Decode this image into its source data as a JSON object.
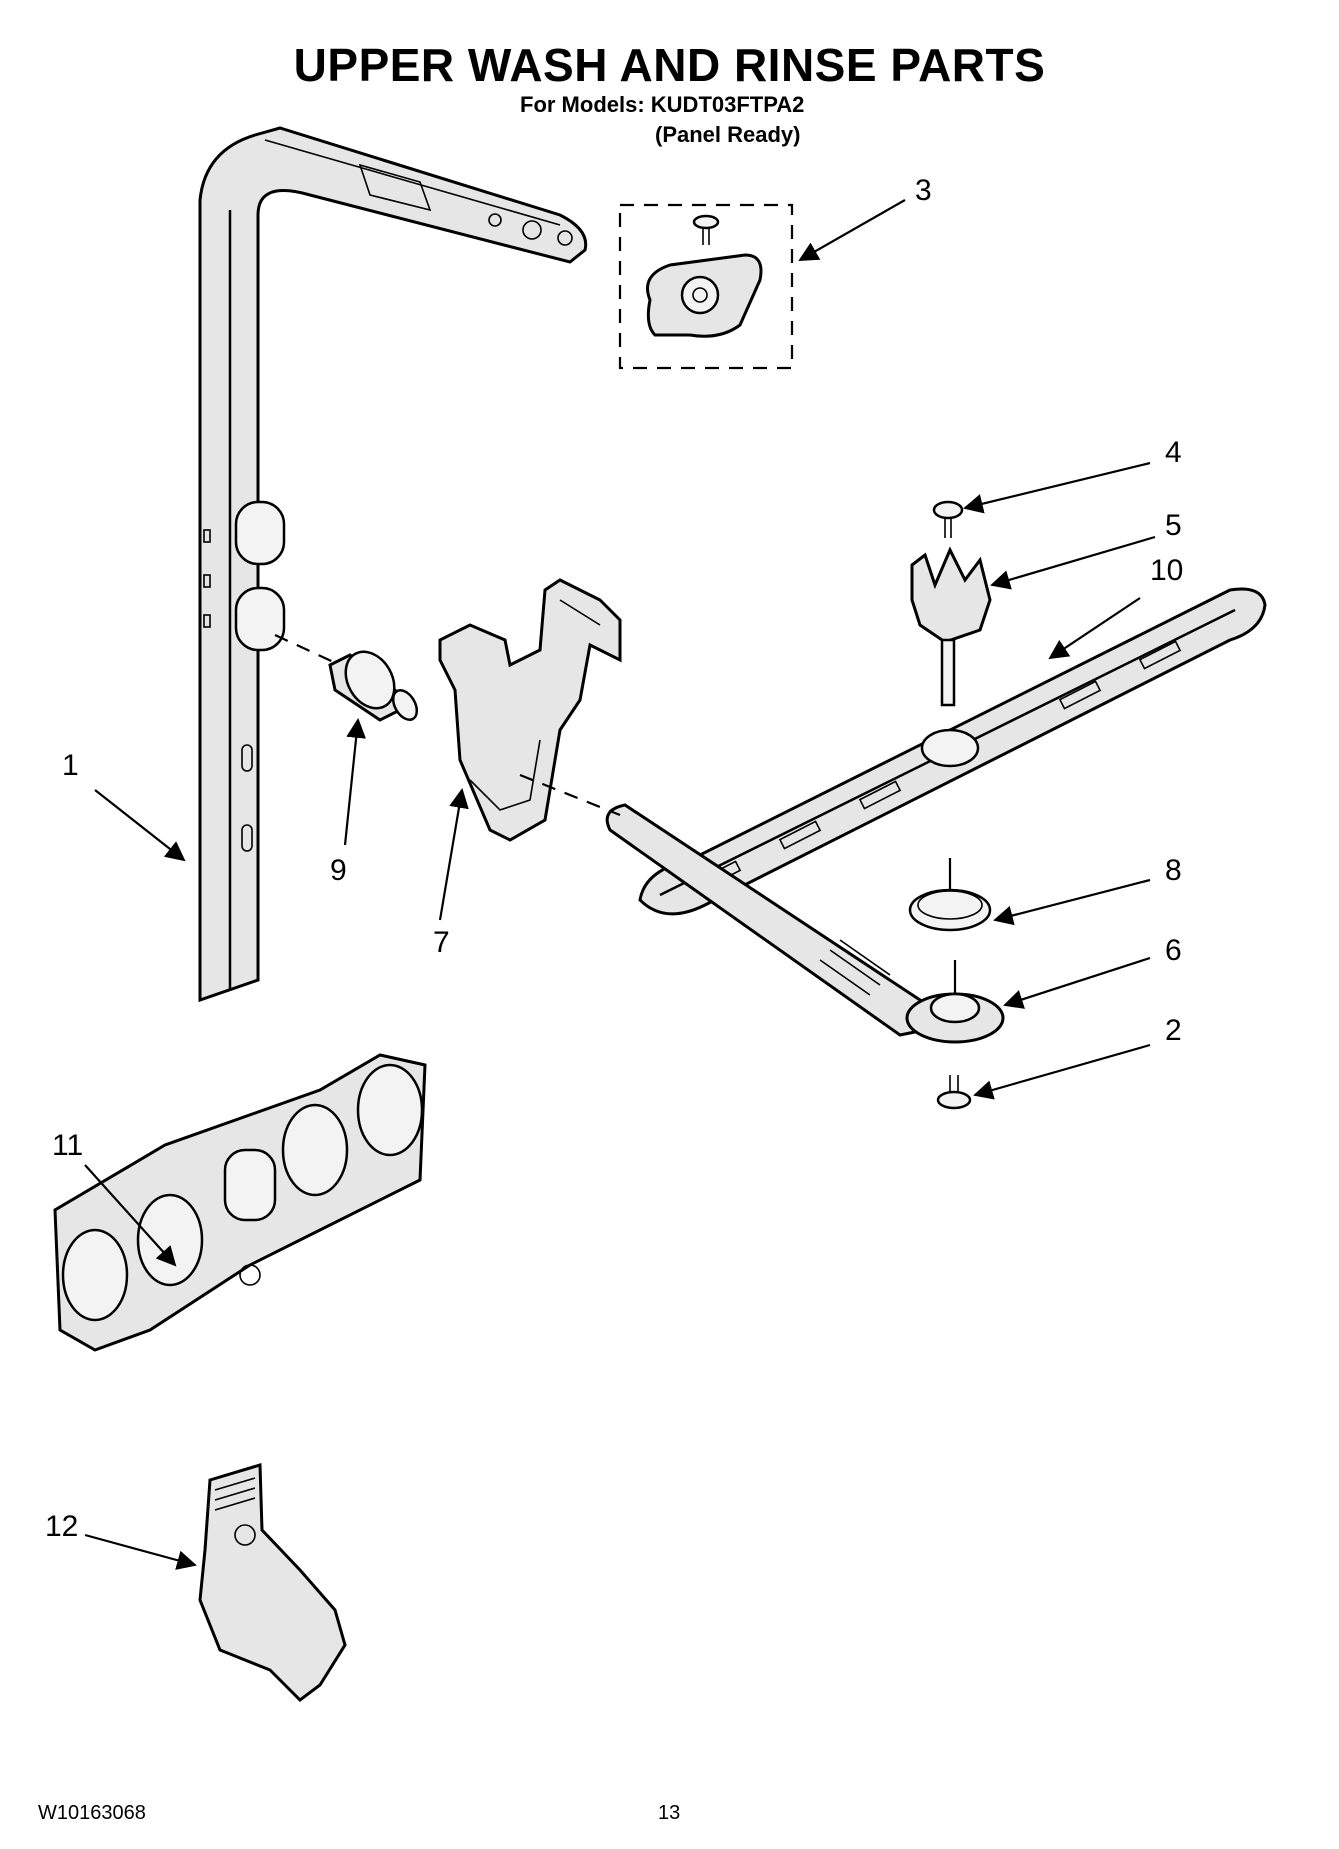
{
  "header": {
    "title": "UPPER WASH AND RINSE PARTS",
    "models_line": "For Models: KUDT03FTPA2",
    "variant_line": "(Panel Ready)"
  },
  "footer": {
    "doc_number": "W10163068",
    "page_number": "13"
  },
  "callouts": {
    "c1": "1",
    "c2": "2",
    "c3": "3",
    "c4": "4",
    "c5": "5",
    "c6": "6",
    "c7": "7",
    "c8": "8",
    "c9": "9",
    "c10": "10",
    "c11": "11",
    "c12": "12"
  }
}
